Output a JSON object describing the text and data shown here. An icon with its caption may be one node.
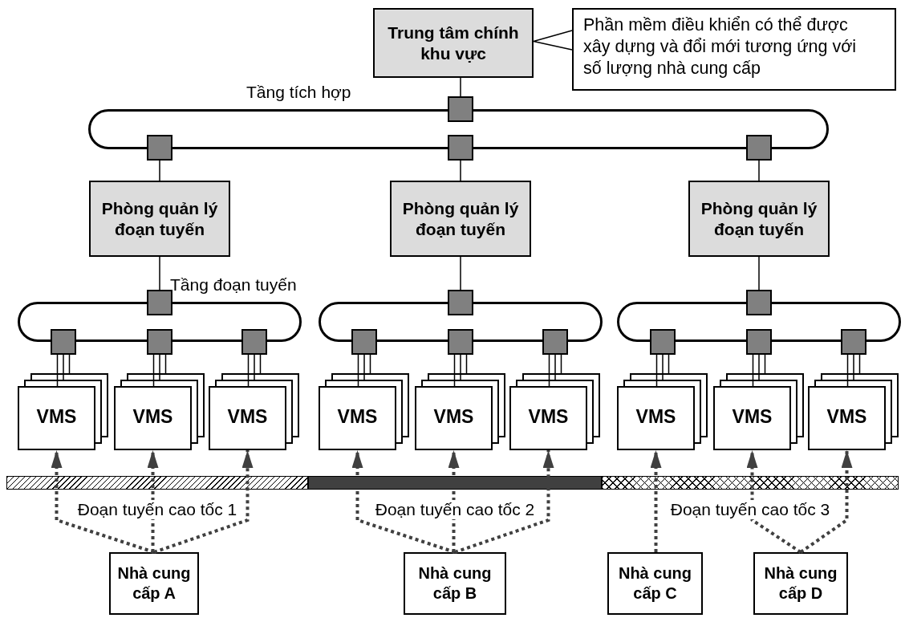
{
  "diagram": {
    "nodes": [
      {
        "text": [
          "Trung tâm chính khu vực"
        ]
      },
      {
        "text": [
          "Phần mềm điều khiển có thể được xây dựng và đổi mới tương ứng với số lượng nhà cung cấp"
        ]
      },
      {
        "text": [
          "Tầng tích hợp"
        ]
      },
      {
        "text": [],
        "shape": "box"
      },
      {
        "text": [],
        "shape": "box"
      },
      {
        "text": [],
        "shape": "box"
      },
      {
        "text": [],
        "shape": "box"
      },
      {
        "text": [
          "Phòng quản lý đoạn tuyến"
        ]
      },
      {
        "text": [
          "Phòng quản lý đoạn tuyến"
        ]
      },
      {
        "text": [
          "Phòng quản lý đoạn tuyến"
        ]
      },
      {
        "text": [
          "Tầng đoạn tuyến"
        ]
      },
      {
        "text": [],
        "shape": "ring"
      },
      {
        "text": [],
        "shape": "ring"
      },
      {
        "text": [],
        "shape": "box"
      },
      {
        "text": [],
        "shape": "box"
      },
      {
        "text": [],
        "shape": "box"
      },
      {
        "text": [],
        "shape": "box"
      },
      {
        "text": [],
        "shape": "box"
      },
      {
        "text": [],
        "shape": "box"
      },
      {
        "text": [],
        "shape": "box"
      },
      {
        "text": [],
        "shape": "box"
      },
      {
        "text": [],
        "shape": "box"
      },
      {
        "text": [],
        "shape": "box"
      },
      {
        "text": [],
        "shape": "box"
      },
      {
        "text": [],
        "shape": "box"
      },
      {
        "text": [
          "VMS"
        ]
      },
      {
        "text": [
          "VMS"
        ]
      },
      {
        "text": [
          "VMS"
        ]
      },
      {
        "text": [
          "VMS"
        ]
      },
      {
        "text": [
          "VMS"
        ]
      },
      {
        "text": [
          "VMS"
        ]
      },
      {
        "text": [
          "VMS"
        ]
      },
      {
        "text": [
          "VMS"
        ]
      },
      {
        "text": [
          "VMS"
        ]
      },
      {
        "text": [
          "Nhà cung cấp A"
        ]
      },
      {
        "text": [
          "Nhà cung cấp B"
        ]
      },
      {
        "text": [
          "Nhà cung cấp C"
        ]
      },
      {
        "text": [
          "Nhà cung cấp D"
        ]
      }
    ],
    "edges": [
      {
        "from": 1,
        "to": 0,
        "arrow": "none"
      },
      {
        "from": 0,
        "to": 3,
        "arrow": "none"
      },
      {
        "from": 4,
        "to": 7,
        "arrow": "none"
      },
      {
        "from": 5,
        "to": 8,
        "arrow": "none"
      },
      {
        "from": 6,
        "to": 9,
        "arrow": "none"
      },
      {
        "from": 7,
        "to": 13,
        "arrow": "none"
      },
      {
        "from": 8,
        "to": 17,
        "arrow": "none"
      },
      {
        "from": 9,
        "to": 21,
        "arrow": "none"
      },
      {
        "from": 14,
        "to": 25,
        "arrow": "none"
      },
      {
        "from": 15,
        "to": 26,
        "arrow": "none"
      },
      {
        "from": 16,
        "to": 27,
        "arrow": "none"
      },
      {
        "from": 18,
        "to": 28,
        "arrow": "none"
      },
      {
        "from": 19,
        "to": 29,
        "arrow": "none"
      },
      {
        "from": 20,
        "to": 30,
        "arrow": "none"
      },
      {
        "from": 22,
        "to": 31,
        "arrow": "none"
      },
      {
        "from": 23,
        "to": 32,
        "arrow": "none"
      },
      {
        "from": 24,
        "to": 33,
        "arrow": "none"
      },
      {
        "from": 34,
        "to": 25,
        "arrow": "to",
        "style": "dashed",
        "color": "#404040"
      },
      {
        "from": 34,
        "to": 26,
        "arrow": "to",
        "style": "dashed",
        "color": "#404040"
      },
      {
        "from": 34,
        "to": 27,
        "arrow": "to",
        "style": "dashed",
        "color": "#404040"
      },
      {
        "from": 35,
        "to": 28,
        "arrow": "to",
        "style": "dashed",
        "color": "#404040"
      },
      {
        "from": 35,
        "to": 29,
        "arrow": "to",
        "style": "dashed",
        "color": "#404040"
      },
      {
        "from": 35,
        "to": 30,
        "arrow": "to",
        "style": "dashed",
        "color": "#404040"
      },
      {
        "from": 36,
        "to": 31,
        "arrow": "to",
        "style": "dashed",
        "color": "#404040"
      },
      {
        "from": 37,
        "to": 32,
        "arrow": "to",
        "style": "dashed",
        "color": "#404040"
      },
      {
        "from": 37,
        "to": 33,
        "arrow": "to",
        "style": "dashed",
        "color": "#404040"
      }
    ],
    "labels": [
      "Đoạn tuyến cao tốc 1",
      "Đoạn tuyến cao tốc 2",
      "Đoạn tuyến cao tốc 3"
    ]
  }
}
